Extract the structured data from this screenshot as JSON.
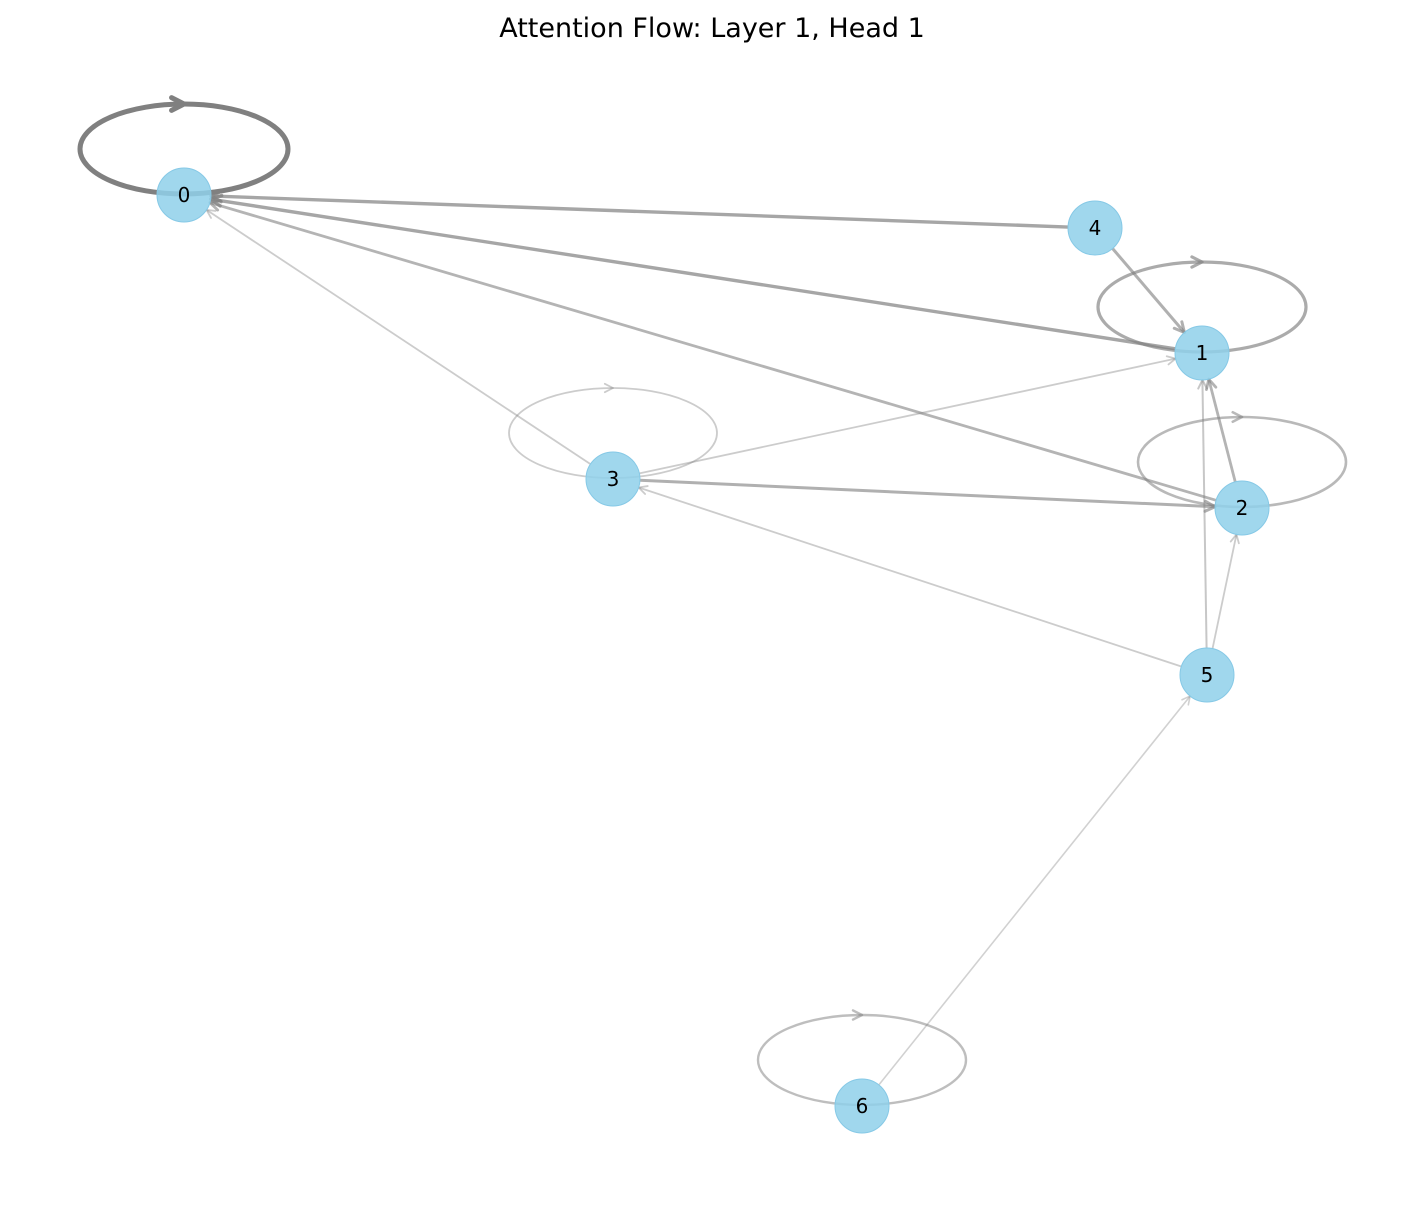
{
  "title": "Attention Flow: Layer 1, Head 1",
  "colors": {
    "node_fill": "#8fd0ea",
    "node_stroke": "#86c9e6",
    "edge": "#808080",
    "background": "#ffffff"
  },
  "graph": {
    "nodes": [
      {
        "id": "0",
        "label": "0"
      },
      {
        "id": "1",
        "label": "1"
      },
      {
        "id": "2",
        "label": "2"
      },
      {
        "id": "3",
        "label": "3"
      },
      {
        "id": "4",
        "label": "4"
      },
      {
        "id": "5",
        "label": "5"
      },
      {
        "id": "6",
        "label": "6"
      }
    ],
    "edges": [
      {
        "source": "0",
        "target": "0",
        "weight": 1.0
      },
      {
        "source": "1",
        "target": "1",
        "weight": 0.55
      },
      {
        "source": "2",
        "target": "2",
        "weight": 0.4
      },
      {
        "source": "3",
        "target": "3",
        "weight": 0.2
      },
      {
        "source": "6",
        "target": "6",
        "weight": 0.35
      },
      {
        "source": "4",
        "target": "0",
        "weight": 0.6
      },
      {
        "source": "1",
        "target": "0",
        "weight": 0.6
      },
      {
        "source": "2",
        "target": "0",
        "weight": 0.45
      },
      {
        "source": "3",
        "target": "0",
        "weight": 0.2
      },
      {
        "source": "4",
        "target": "1",
        "weight": 0.5
      },
      {
        "source": "2",
        "target": "1",
        "weight": 0.45
      },
      {
        "source": "3",
        "target": "1",
        "weight": 0.2
      },
      {
        "source": "5",
        "target": "1",
        "weight": 0.25
      },
      {
        "source": "3",
        "target": "2",
        "weight": 0.5
      },
      {
        "source": "5",
        "target": "2",
        "weight": 0.2
      },
      {
        "source": "5",
        "target": "3",
        "weight": 0.2
      },
      {
        "source": "6",
        "target": "5",
        "weight": 0.15
      }
    ]
  }
}
